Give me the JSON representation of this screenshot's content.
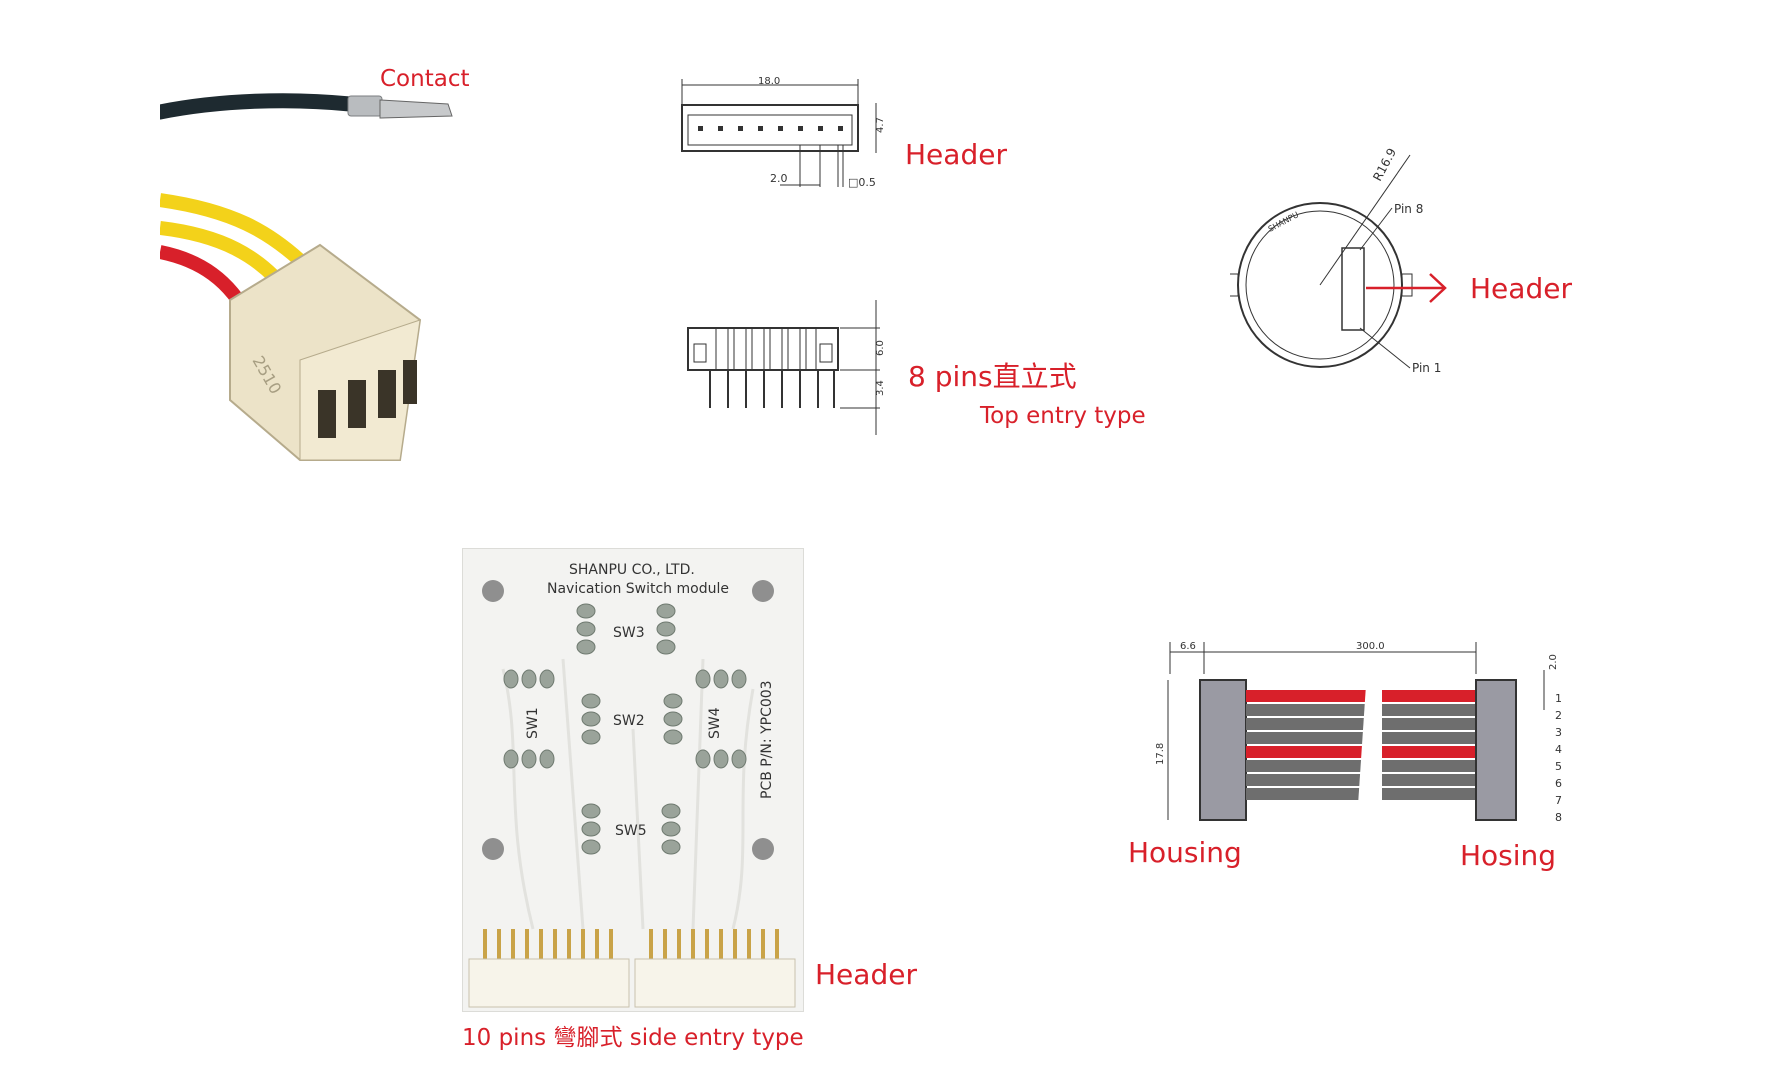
{
  "labels": {
    "contact": "Contact",
    "header_top": "Header",
    "header_round": "Header",
    "pins8": "8 pins直立式",
    "top_entry": "Top entry type",
    "header_pcb": "Header",
    "pins10": "10 pins 彎腳式 side entry type",
    "housing_left": "Housing",
    "housing_right": "Hosing"
  },
  "drawing_top": {
    "width_dim": "18.0",
    "height_dim": "4.7",
    "pitch_dim": "2.0",
    "pin_dim": "□0.5"
  },
  "drawing_side": {
    "body_dim": "6.0",
    "pin_dim": "3.4"
  },
  "drawing_round": {
    "radius_dim": "R16.9",
    "pin8": "Pin 8",
    "pin1": "Pin 1",
    "logo": "SHANPU"
  },
  "pcb": {
    "company": "SHANPU CO., LTD.",
    "module": "Navication Switch module",
    "part_number": "PCB P/N: YPC003",
    "switches": [
      "SW1",
      "SW2",
      "SW3",
      "SW4",
      "SW5"
    ]
  },
  "cable": {
    "housing_dim": "6.6",
    "length_dim": "300.0",
    "pitch_dim": "2.0",
    "height_dim": "17.8",
    "pin_numbers": [
      "1",
      "2",
      "3",
      "4",
      "5",
      "6",
      "7",
      "8"
    ]
  },
  "photo_connector": {
    "print": "2510"
  },
  "colors": {
    "label_red": "#d8202a",
    "wire_yellow": "#f3d21a",
    "wire_red": "#d8202a",
    "housing_cream": "#ece3c8",
    "ribbon_gray": "#6e6e6e"
  }
}
